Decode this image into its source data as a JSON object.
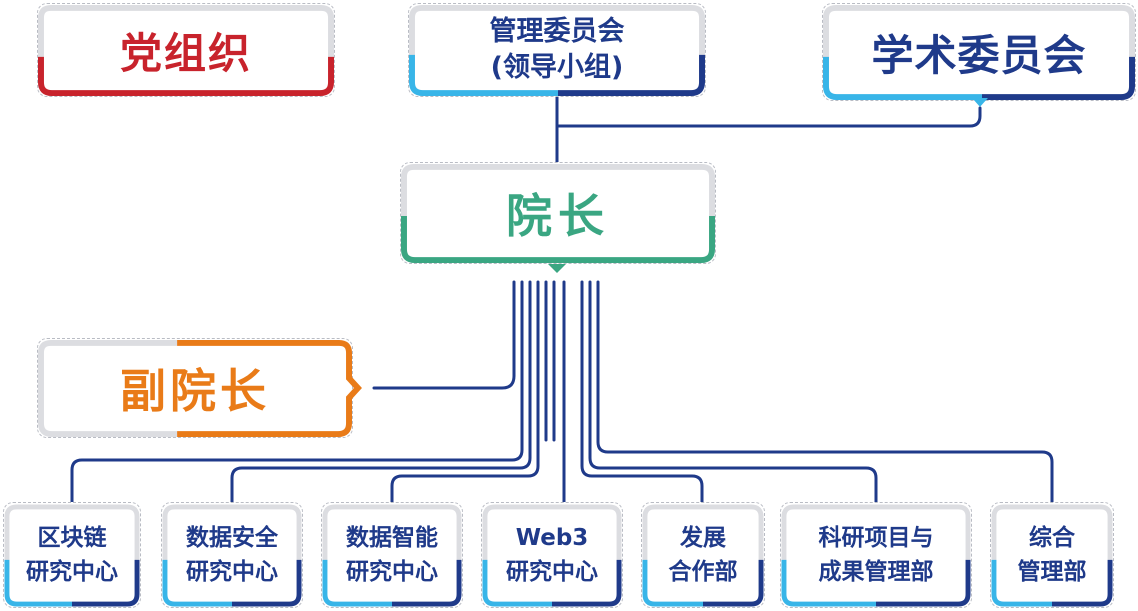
{
  "colors": {
    "line": "#1f3a8a",
    "party_red": "#c8232c",
    "committee_blue": "#1f3a8a",
    "accent_cyan": "#38b5e8",
    "dean_green": "#3aa682",
    "vice_orange": "#e97b18",
    "frame_gray": "#dcdde1"
  },
  "party": {
    "label": "党组织"
  },
  "management": {
    "line1": "管理委员会",
    "line2": "(领导小组)"
  },
  "academic": {
    "label": "学术委员会"
  },
  "dean": {
    "label": "院长"
  },
  "vice_dean": {
    "label": "副院长"
  },
  "units": [
    {
      "line1": "区块链",
      "line2": "研究中心"
    },
    {
      "line1": "数据安全",
      "line2": "研究中心"
    },
    {
      "line1": "数据智能",
      "line2": "研究中心"
    },
    {
      "line1": "Web3",
      "line2": "研究中心"
    },
    {
      "line1": "发展",
      "line2": "合作部"
    },
    {
      "line1": "科研项目与",
      "line2": "成果管理部"
    },
    {
      "line1": "综合",
      "line2": "管理部"
    }
  ]
}
